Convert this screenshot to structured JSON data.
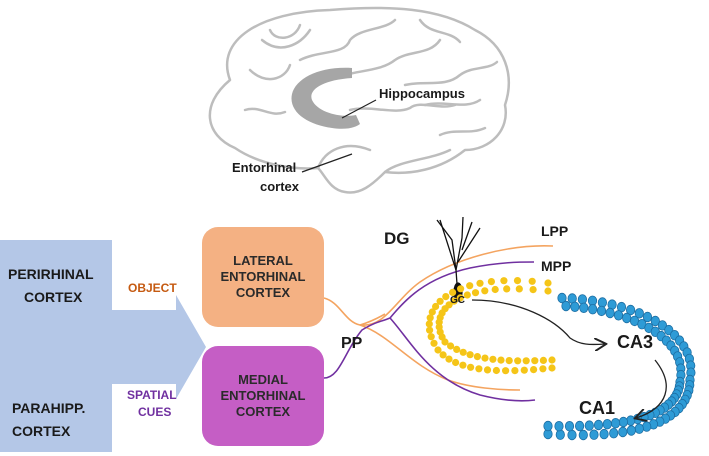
{
  "brain_labels": {
    "hippocampus": "Hippocampus",
    "entorhinal_line1": "Entorhinal",
    "entorhinal_line2": "cortex"
  },
  "inputs": {
    "perirhinal_line1": "PERIRHINAL",
    "perirhinal_line2": "CORTEX",
    "parahipp_line1": "PARAHIPP.",
    "parahipp_line2": "CORTEX"
  },
  "streams": {
    "object": "OBJECT",
    "spatial_line1": "SPATIAL",
    "spatial_line2": "CUES"
  },
  "boxes": {
    "lateral_line1": "LATERAL",
    "lateral_line2": "ENTORHINAL",
    "lateral_line3": "CORTEX",
    "medial_line1": "MEDIAL",
    "medial_line2": "ENTORHINAL",
    "medial_line3": "CORTEX"
  },
  "hippocampal": {
    "dg": "DG",
    "lpp": "LPP",
    "mpp": "MPP",
    "pp": "PP",
    "gc": "GC",
    "ca3": "CA3",
    "ca1": "CA1"
  },
  "colors": {
    "brain_outline": "#bdbdbd",
    "hippocampus_fill": "#a6a6a6",
    "input_arrow": "#b4c7e7",
    "lateral_box": "#f4b183",
    "medial_box": "#c55ec5",
    "object_text": "#c55a11",
    "spatial_text": "#7030a0",
    "lpp_line": "#f4a460",
    "mpp_line": "#7030a0",
    "granule_cells": "#f5c518",
    "ca_cells": "#2e9bd6"
  }
}
